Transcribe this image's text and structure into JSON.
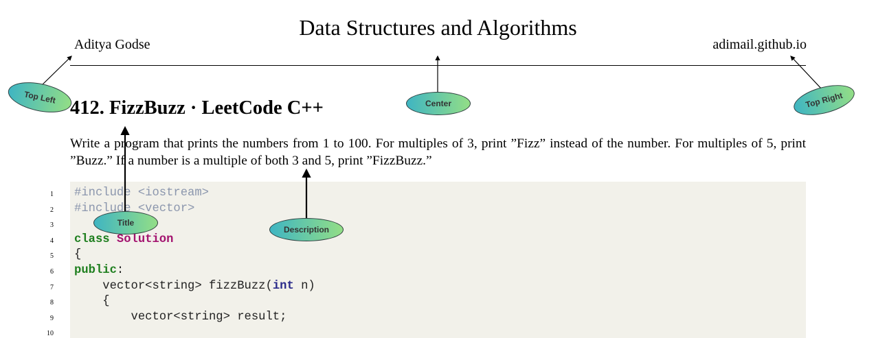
{
  "header": {
    "title": "Data Structures and Algorithms",
    "author": "Aditya Godse",
    "site": "adimail.github.io"
  },
  "problem": {
    "title": "412. FizzBuzz · LeetCode C++",
    "description": "Write a program that prints the numbers from 1 to 100. For multiples of 3, print ”Fizz” instead of the number. For multiples of 5, print ”Buzz.” If a number is a multiple of both 3 and 5, print ”FizzBuzz.”"
  },
  "code": {
    "line_numbers": [
      "1",
      "2",
      "3",
      "4",
      "5",
      "6",
      "7",
      "8",
      "9",
      "10"
    ],
    "lines": [
      [
        {
          "t": "#include <iostream>",
          "c": "pp"
        }
      ],
      [
        {
          "t": "#include <vector>",
          "c": "pp"
        }
      ],
      [],
      [
        {
          "t": "class",
          "c": "kw"
        },
        {
          "t": " ",
          "c": ""
        },
        {
          "t": "Solution",
          "c": "cls"
        }
      ],
      [
        {
          "t": "{",
          "c": ""
        }
      ],
      [
        {
          "t": "public",
          "c": "kw"
        },
        {
          "t": ":",
          "c": ""
        }
      ],
      [
        {
          "t": "    vector<string> fizzBuzz(",
          "c": ""
        },
        {
          "t": "int",
          "c": "typ"
        },
        {
          "t": " n)",
          "c": ""
        }
      ],
      [
        {
          "t": "    {",
          "c": ""
        }
      ],
      [
        {
          "t": "        vector<string> result;",
          "c": ""
        }
      ],
      []
    ]
  },
  "annotations": {
    "top_left": "Top Left",
    "center": "Center",
    "top_right": "Top Right",
    "title": "Title",
    "description": "Description"
  },
  "colors": {
    "code_background": "#f2f1ea",
    "keyword": "#1f7f1f",
    "class_name": "#a3136f",
    "preprocessor": "#8b96ad",
    "type": "#2b2b8a",
    "tag_gradient_start": "#3fb5c2",
    "tag_gradient_end": "#93de86"
  }
}
